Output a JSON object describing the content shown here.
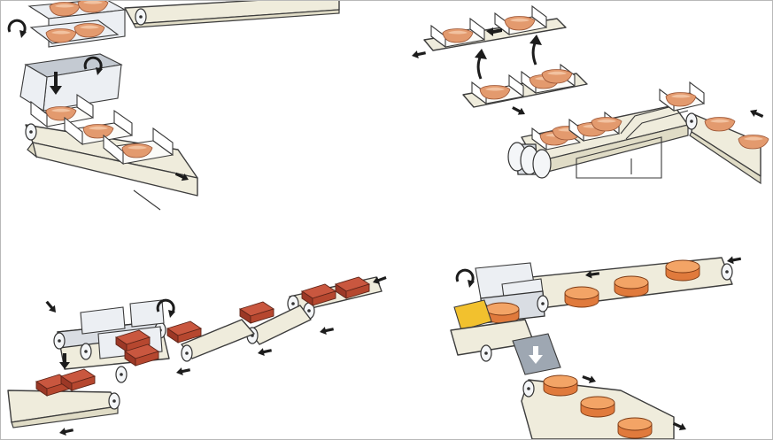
{
  "figure": {
    "panels": [
      {
        "id": "tray-flipping-conveyor"
      },
      {
        "id": "tray-transfer-conveyor"
      },
      {
        "id": "brick-transfer-conveyor"
      },
      {
        "id": "round-product-turning-conveyor"
      }
    ]
  },
  "colors": {
    "belt": "#efecdc",
    "fish_fillet": "#e39a6e",
    "brick": "#c9573f",
    "round_product": "#e07a3c",
    "yellow_pusher": "#f2c12e",
    "outline": "#3d3d3d",
    "arrow": "#1c1c1c"
  },
  "icons": [
    "rotate-arrow-icon",
    "direction-arrow-icon",
    "down-arrow-icon"
  ]
}
